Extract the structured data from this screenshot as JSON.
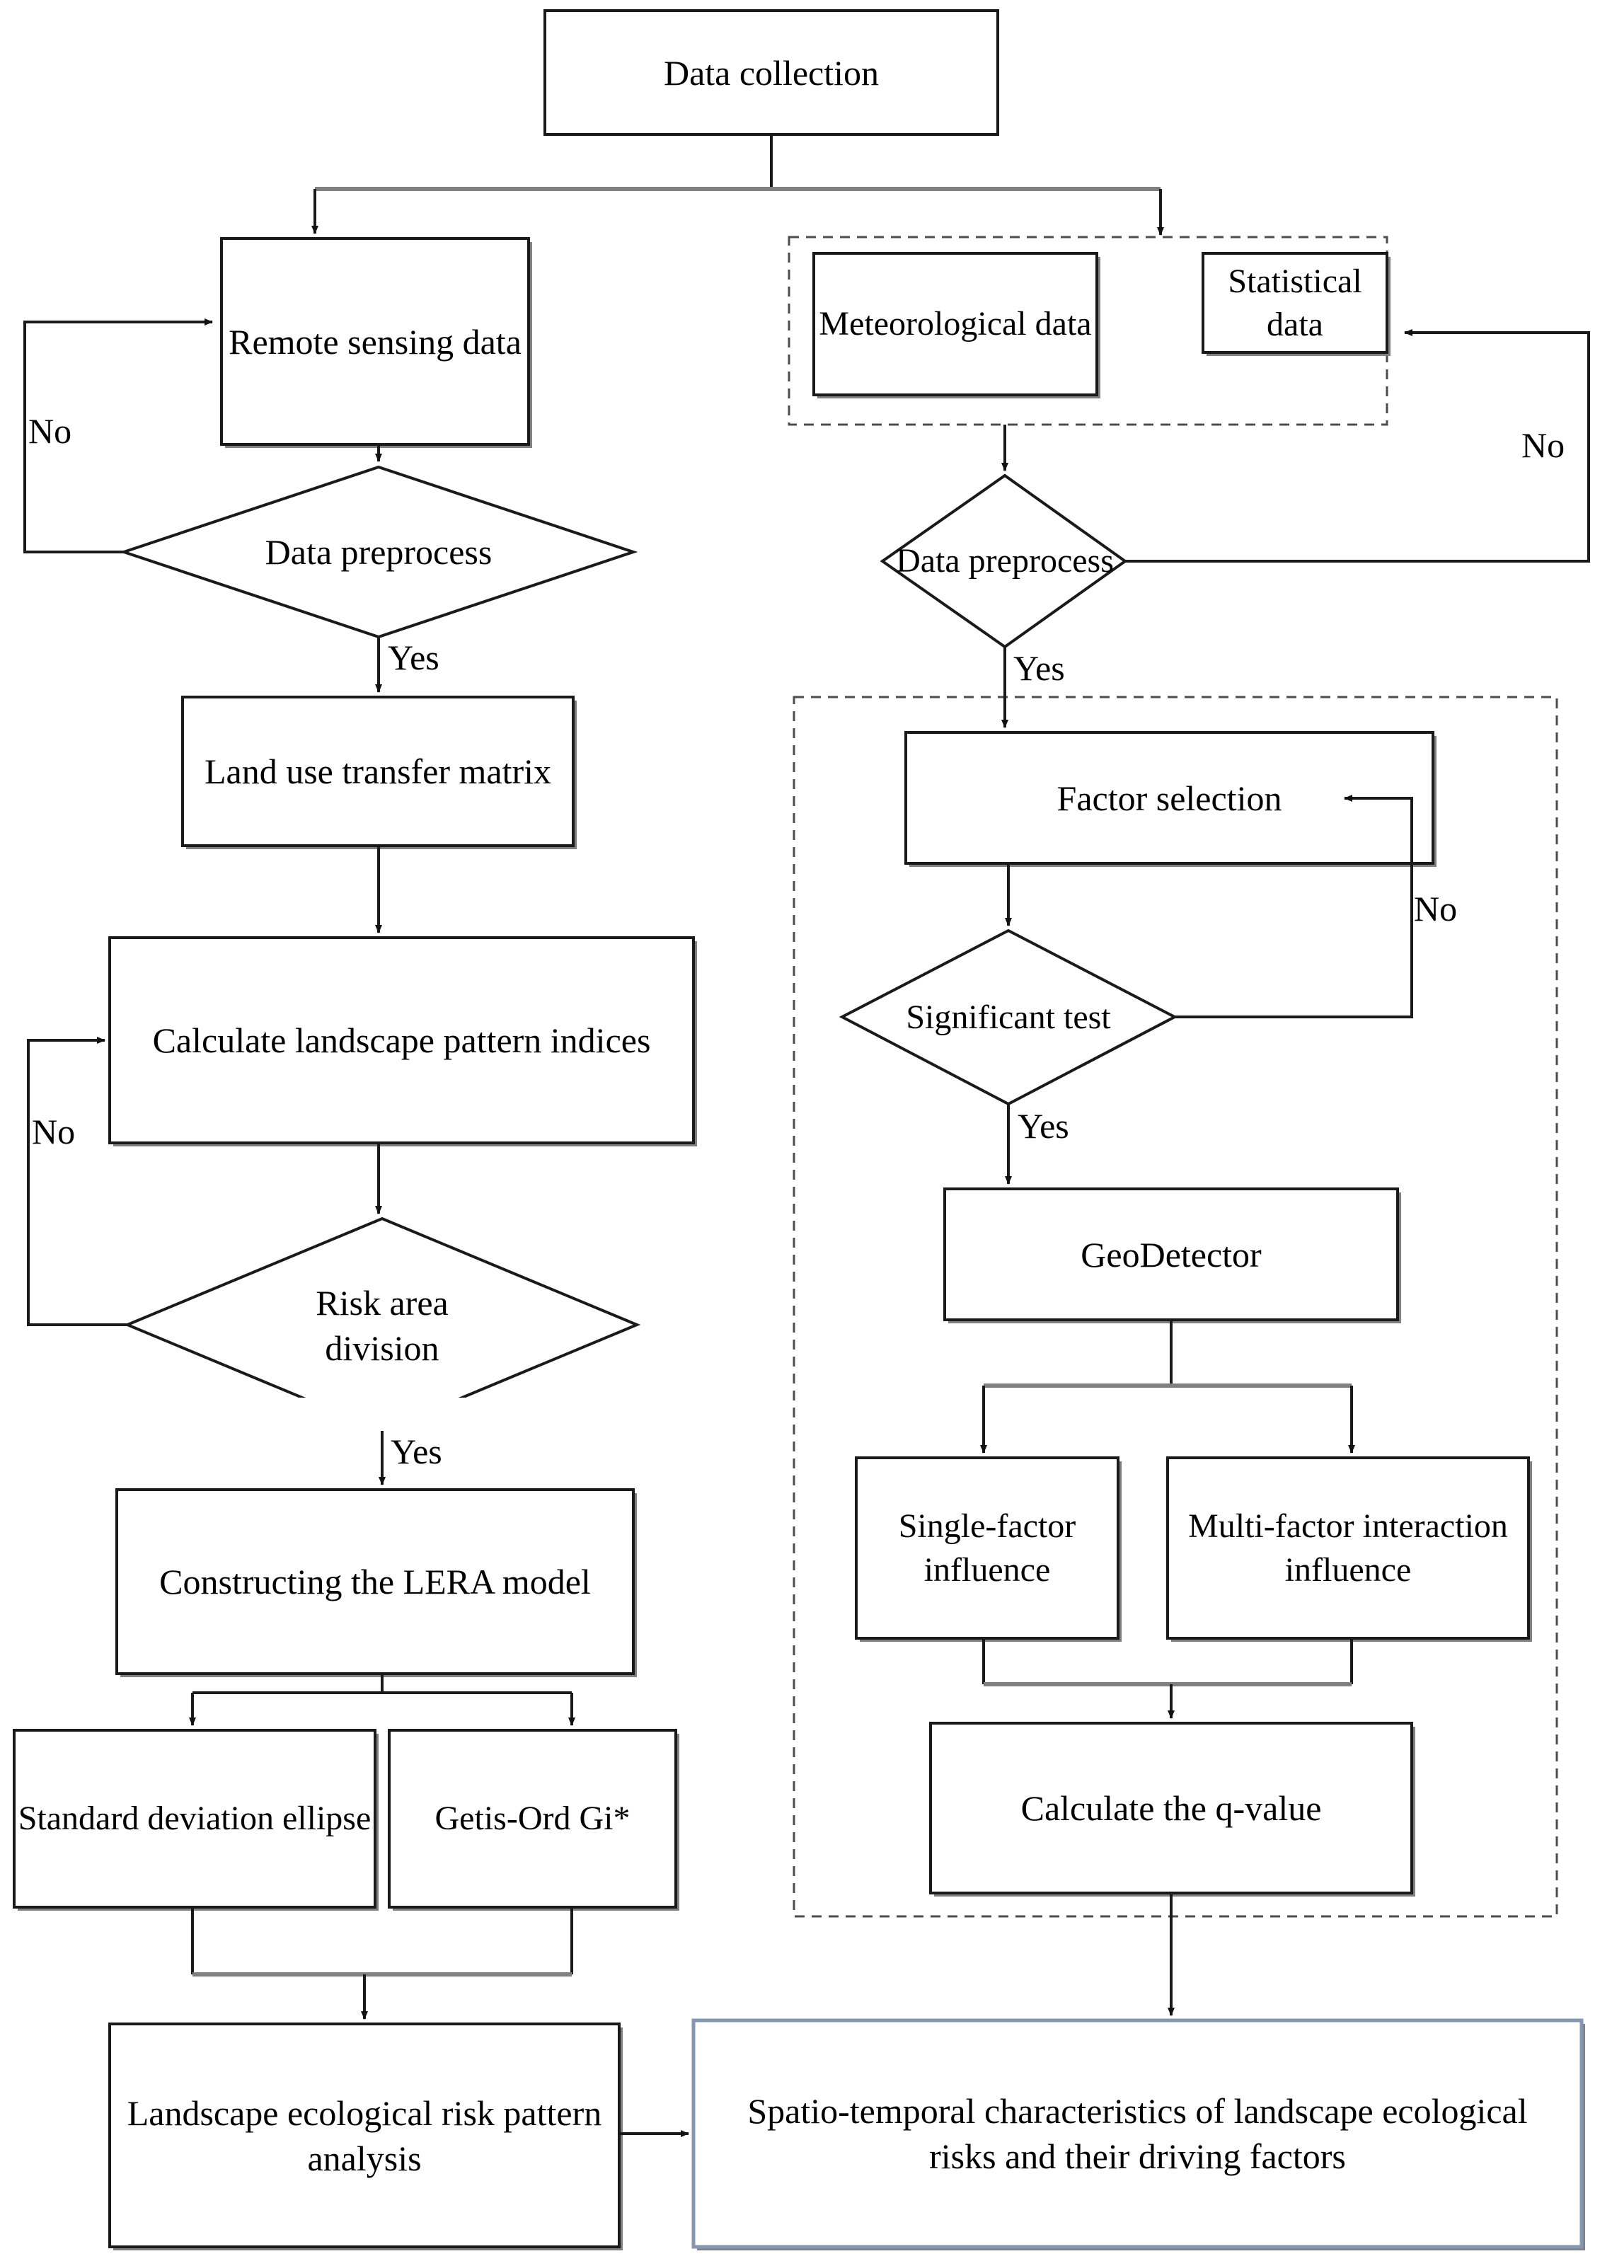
{
  "diagram": {
    "title": "Research framework flowchart",
    "colors": {
      "stroke": "#1a1a1a",
      "shadow": "#7f7f7f",
      "dashed_group": "#555555",
      "highlight_border": "#8496b0",
      "background": "#ffffff"
    },
    "nodes": {
      "data_collection": "Data collection",
      "remote_sensing_data": "Remote sensing data",
      "meteorological_data": "Meteorological data",
      "statistical_data": "Statistical data",
      "data_preprocess_left": "Data preprocess",
      "data_preprocess_right": "Data preprocess",
      "land_use_transfer_matrix": "Land use transfer matrix",
      "factor_selection": "Factor selection",
      "calculate_landscape_pattern_indices": "Calculate landscape pattern indices",
      "significant_test": "Significant test",
      "risk_area_division": "Risk area division",
      "geodetector": "GeoDetector",
      "constructing_lera_model": "Constructing the LERA model",
      "single_factor_influence": "Single-factor influence",
      "multi_factor_interaction_influence": "Multi-factor interaction influence",
      "standard_deviation_ellipse": "Standard deviation ellipse",
      "getis_ord_gi": "Getis-Ord Gi*",
      "calculate_q_value": "Calculate the q-value",
      "landscape_ecological_risk_pattern_analysis": "Landscape ecological risk pattern analysis",
      "spatio_temporal_result": "Spatio-temporal characteristics of landscape ecological risks and their driving factors"
    },
    "edge_labels": {
      "no_left_preprocess": "No",
      "yes_left_preprocess": "Yes",
      "no_right_preprocess": "No",
      "yes_right_preprocess": "Yes",
      "no_left_risk_area": "No",
      "yes_left_risk_area": "Yes",
      "no_right_significant": "No",
      "yes_right_significant": "Yes"
    }
  }
}
